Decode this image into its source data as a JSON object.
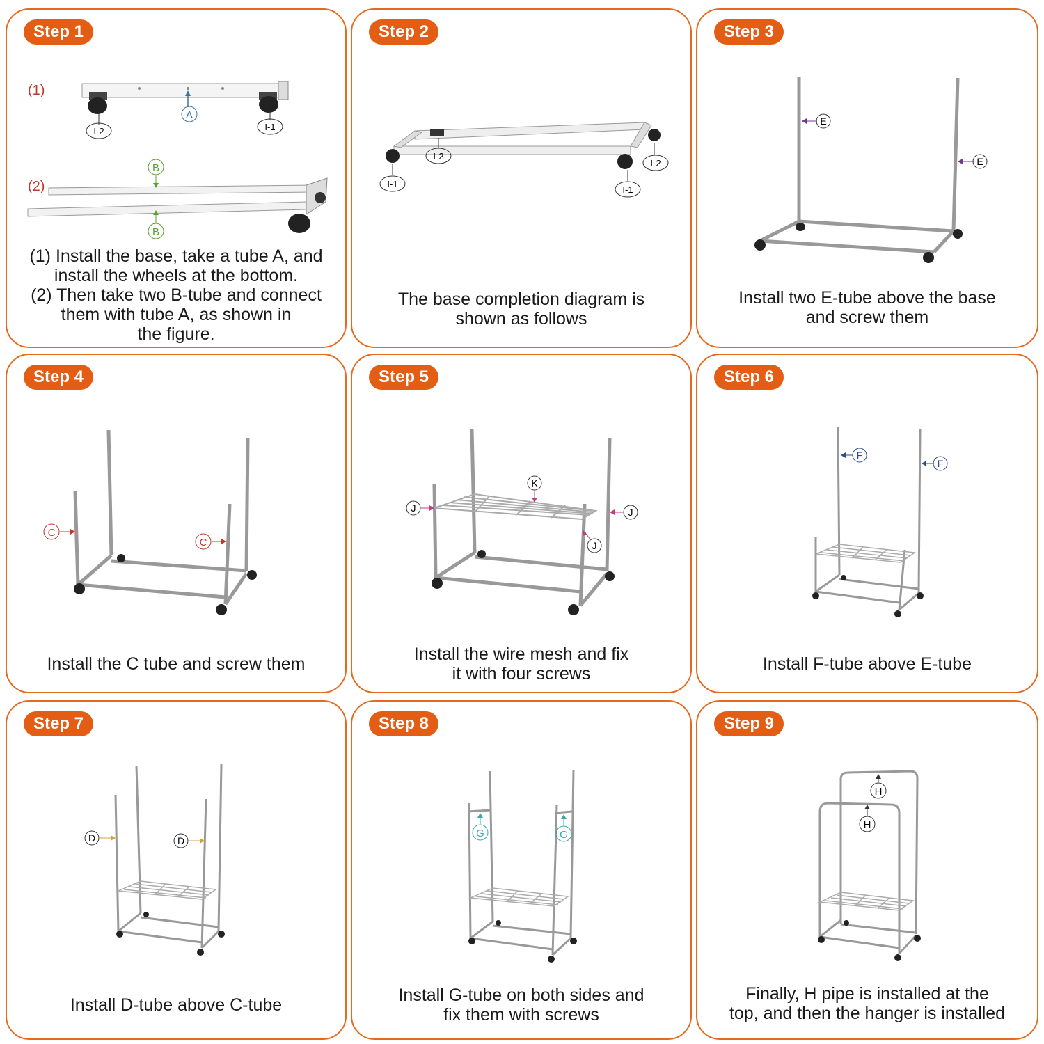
{
  "accent_color": "#e35d14",
  "steps": [
    {
      "badge": "Step 1",
      "sub1": "(1)",
      "sub2": "(2)",
      "parts": {
        "a": "A",
        "b": "B",
        "i1": "I-1",
        "i2": "I-2"
      },
      "lines": [
        "(1) Install the base, take a tube A, and",
        "install  the wheels at the bottom.",
        "(2) Then take two B-tube and connect",
        "them with  tube A, as shown in",
        "the figure."
      ]
    },
    {
      "badge": "Step 2",
      "parts": {
        "i1": "I-1",
        "i2": "I-2"
      },
      "lines": [
        "The base completion diagram is",
        "shown as follows"
      ]
    },
    {
      "badge": "Step 3",
      "parts": {
        "e": "E"
      },
      "lines": [
        "Install two E-tube above the base",
        "and screw them"
      ]
    },
    {
      "badge": "Step 4",
      "parts": {
        "c": "C"
      },
      "lines": [
        "Install the C tube and screw them"
      ]
    },
    {
      "badge": "Step 5",
      "parts": {
        "j": "J",
        "k": "K"
      },
      "lines": [
        "Install the wire mesh and fix",
        "it with four screws"
      ]
    },
    {
      "badge": "Step 6",
      "parts": {
        "f": "F"
      },
      "lines": [
        "Install F-tube above E-tube"
      ]
    },
    {
      "badge": "Step 7",
      "parts": {
        "d": "D"
      },
      "lines": [
        "Install D-tube above C-tube"
      ]
    },
    {
      "badge": "Step 8",
      "parts": {
        "g": "G"
      },
      "lines": [
        "Install G-tube on both sides and",
        "fix them with screws"
      ]
    },
    {
      "badge": "Step 9",
      "parts": {
        "h": "H"
      },
      "lines": [
        "Finally, H pipe is installed at the",
        "top, and then the hanger is installed"
      ]
    }
  ]
}
